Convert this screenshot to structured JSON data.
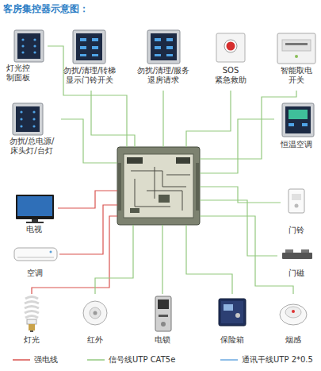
{
  "diagram": {
    "title": "客房集控器示意图：",
    "nodes": [
      {
        "text": [
          "灯光控 制面板"
        ]
      },
      {
        "text": [
          "勿扰/清理/转梯 显示门铃开关"
        ]
      },
      {
        "text": [
          "勿扰/清理/服务 退房请求"
        ]
      },
      {
        "text": [
          "SOS 紧急救助"
        ]
      },
      {
        "text": [
          "智能取电 开关"
        ]
      },
      {
        "text": [
          "勿扰/总电源/ 床头灯/台灯"
        ]
      },
      {
        "text": [
          "恒温空调"
        ]
      },
      {
        "text": []
      },
      {
        "text": [
          "电视"
        ]
      },
      {
        "text": [
          "门铃"
        ]
      },
      {
        "text": [
          "空调"
        ]
      },
      {
        "text": [
          "门磁"
        ]
      },
      {
        "text": [
          "灯光"
        ]
      },
      {
        "text": [
          "红外"
        ]
      },
      {
        "text": [
          "电锁"
        ]
      },
      {
        "text": [
          "保险箱"
        ]
      },
      {
        "text": [
          "烟感"
        ]
      }
    ],
    "edges": [
      {
        "from": 0,
        "to": 7,
        "arrow": "none"
      },
      {
        "from": 1,
        "to": 7,
        "arrow": "none"
      },
      {
        "from": 2,
        "to": 7,
        "arrow": "none"
      },
      {
        "from": 3,
        "to": 7,
        "arrow": "none"
      },
      {
        "from": 4,
        "to": 7,
        "arrow": "none"
      },
      {
        "from": 5,
        "to": 7,
        "arrow": "none"
      },
      {
        "from": 6,
        "to": 7,
        "arrow": "none"
      },
      {
        "from": 8,
        "to": 7,
        "arrow": "none"
      },
      {
        "from": 9,
        "to": 7,
        "arrow": "none"
      },
      {
        "from": 10,
        "to": 7,
        "arrow": "none"
      },
      {
        "from": 11,
        "to": 7,
        "arrow": "none"
      },
      {
        "from": 12,
        "to": 7,
        "arrow": "none"
      },
      {
        "from": 13,
        "to": 7,
        "arrow": "none"
      },
      {
        "from": 14,
        "to": 7,
        "arrow": "none"
      },
      {
        "from": 15,
        "to": 7,
        "arrow": "none"
      },
      {
        "from": 16,
        "to": 7,
        "arrow": "none"
      }
    ],
    "legend": [
      {
        "text": "强电线"
      },
      {
        "text": "信号线UTP CAT5e"
      },
      {
        "text": "通讯干线UTP 2*0.5"
      }
    ]
  }
}
